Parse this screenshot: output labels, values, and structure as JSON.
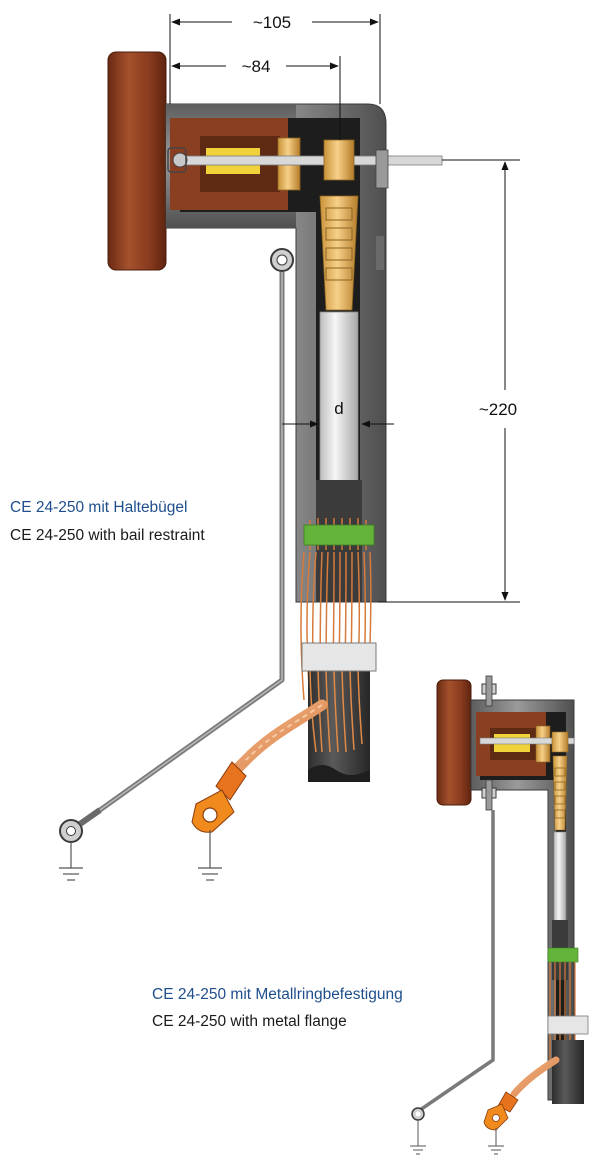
{
  "dimensions": {
    "overall_width": "~105",
    "inner_width": "~84",
    "height": "~220",
    "diameter": "d"
  },
  "captions": {
    "bail_de": "CE 24-250 mit Haltebügel",
    "bail_en": "CE 24-250 with bail restraint",
    "flange_de": "CE 24-250 mit Metallringbefestigung",
    "flange_en": "CE 24-250 with metal flange"
  },
  "colors": {
    "caption_de": "#1f4e8c",
    "flange": "#8e3f22",
    "housing": "#7f7f7f",
    "copper": "#e2a06a",
    "green_band": "#64b33a",
    "sleeve": "#cfcfcf"
  }
}
